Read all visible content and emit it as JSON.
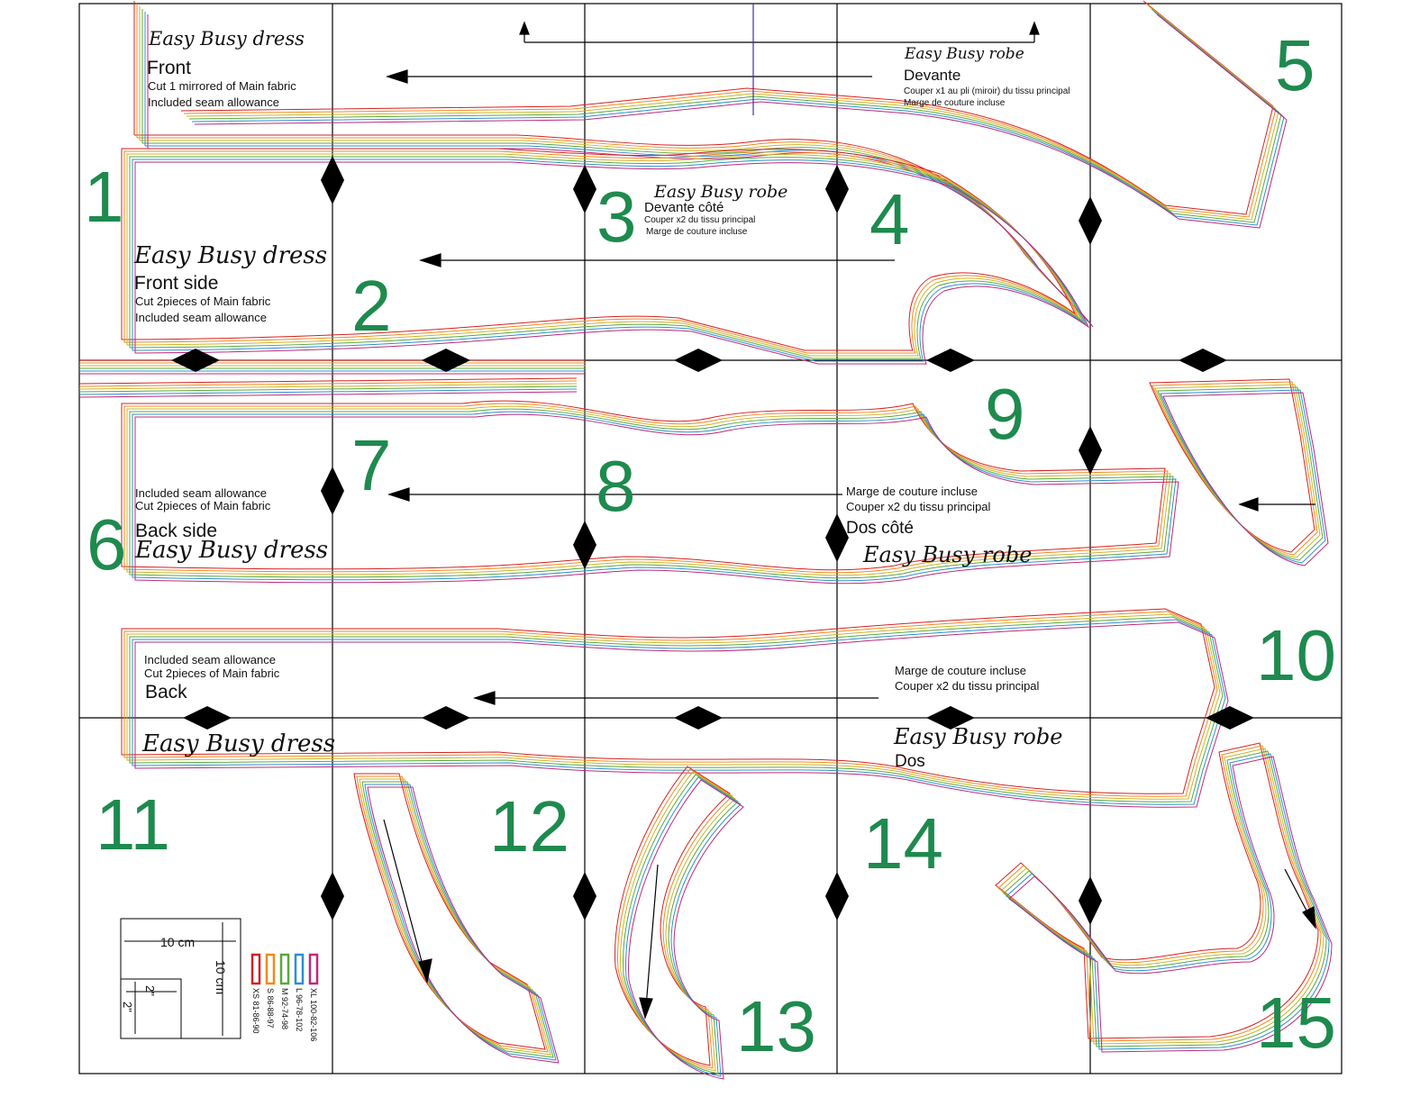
{
  "pieces": {
    "front": {
      "title": "Easy Busy dress",
      "name": "Front",
      "cut": "Cut 1 mirrored of Main fabric",
      "seam": "Included seam allowance"
    },
    "devante": {
      "title": "Easy Busy robe",
      "name": "Devante",
      "cut": "Couper x1 au pli (miroir) du tissu principal",
      "seam": "Marge de couture incluse"
    },
    "devante_cote": {
      "title": "Easy Busy robe",
      "name": "Devante côté",
      "cut": "Couper x2 du tissu principal",
      "seam": "Marge de couture incluse"
    },
    "front_side": {
      "title": "Easy Busy dress",
      "name": "Front side",
      "cut": "Cut  2pieces of Main fabric",
      "seam": "Included seam allowance"
    },
    "back_side": {
      "title": "Easy Busy dress",
      "name": "Back side",
      "cut": "Cut  2pieces of Main fabric",
      "seam": "Included seam allowance"
    },
    "dos_cote": {
      "title": "Easy Busy robe",
      "name": "Dos côté",
      "cut": "Couper x2 du tissu principal",
      "seam": "Marge de couture incluse"
    },
    "back": {
      "title": "Easy Busy dress",
      "name": "Back",
      "cut": "Cut  2pieces of Main fabric",
      "seam": "Included seam allowance"
    },
    "dos": {
      "title": "Easy Busy robe",
      "name": "Dos",
      "cut": "Couper x2 du tissu principal",
      "seam": "Marge de couture incluse"
    }
  },
  "page_numbers": [
    "1",
    "2",
    "3",
    "4",
    "5",
    "6",
    "7",
    "8",
    "9",
    "10",
    "11",
    "12",
    "13",
    "14",
    "15"
  ],
  "scale": {
    "width_label": "10 cm",
    "height_label": "10 cm",
    "small_label_1": "2\"",
    "small_label_2": "2\""
  },
  "size_legend": [
    {
      "label": "XS  81-86-90",
      "color": "#d62020"
    },
    {
      "label": "S  86-88-97",
      "color": "#f08a1c"
    },
    {
      "label": "M  92-74-98",
      "color": "#5aa83a"
    },
    {
      "label": "L  96-78-102",
      "color": "#2a8fd8"
    },
    {
      "label": "XL  100-82-106",
      "color": "#c0287a"
    }
  ],
  "colors": {
    "page_number": "#1e8a4e",
    "grid": "#000000",
    "size_lines": [
      "#d62020",
      "#f08a1c",
      "#c9b52a",
      "#5aa83a",
      "#2a8fd8",
      "#c0287a"
    ]
  }
}
